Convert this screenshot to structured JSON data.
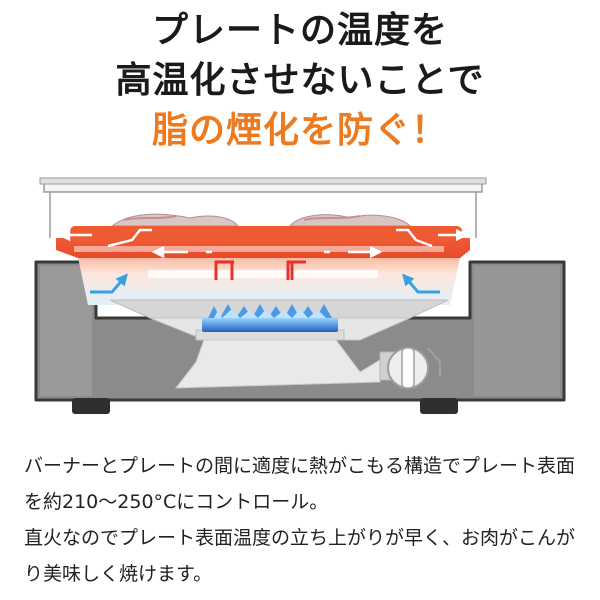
{
  "headline": {
    "line1": "プレートの温度を",
    "line2": "高温化させないことで",
    "line3": "脂の煙化を防ぐ！"
  },
  "description": {
    "para1": "バーナーとプレートの間に適度に熱がこもる構造でプレート表面を約210〜250°Cにコントロール。",
    "para2": "直火なのでプレート表面温度の立ち上がりが早く、お肉がこんがり美味しく焼けます。"
  },
  "colors": {
    "accent": "#ee7a1f",
    "plate": "#ea5532",
    "heat_arrow": "#e8332a",
    "cool_arrow": "#3aa0e0",
    "flame": "#1f6fc9",
    "stove_body": "#8a8a8a"
  },
  "icons": [
    "red-heat-arrow-icon",
    "blue-airflow-arrow-icon",
    "blue-flame-icon",
    "control-knob-icon"
  ]
}
